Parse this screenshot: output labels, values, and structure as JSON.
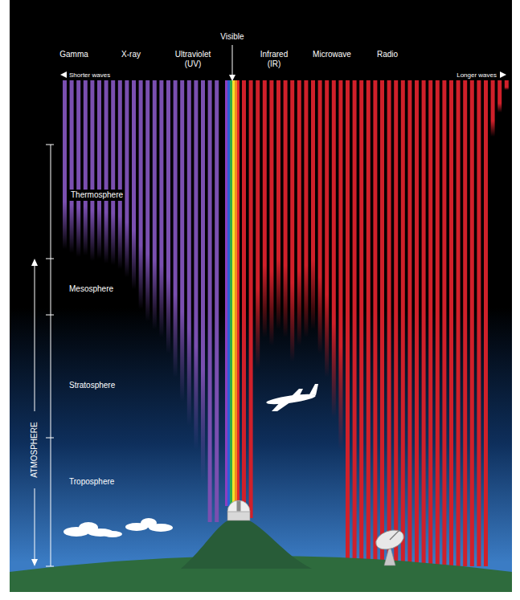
{
  "diagram": {
    "labels": [
      "Gamma",
      "X-ray",
      "Ultraviolet (UV)",
      "Visible",
      "Infrared (IR)",
      "Microwave",
      "Radio",
      "Shorter waves",
      "Longer waves",
      "Thermosphere",
      "Mesosphere",
      "Stratosphere",
      "Troposphere",
      "ATMOSPHERE"
    ]
  }
}
